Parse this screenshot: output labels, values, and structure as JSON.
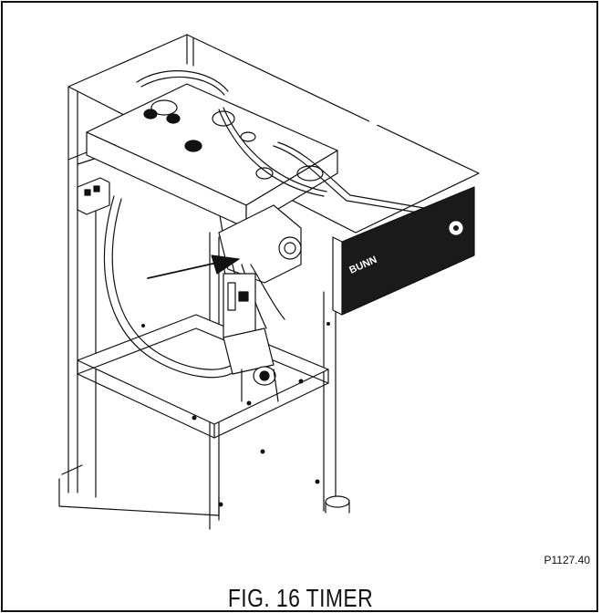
{
  "figure": {
    "caption": "FIG. 16 TIMER",
    "part_number": "P1127.40"
  },
  "machine": {
    "brand": "BUNN"
  },
  "colors": {
    "line": "#111111",
    "panel": "#1a1a1a",
    "background": "#ffffff"
  }
}
